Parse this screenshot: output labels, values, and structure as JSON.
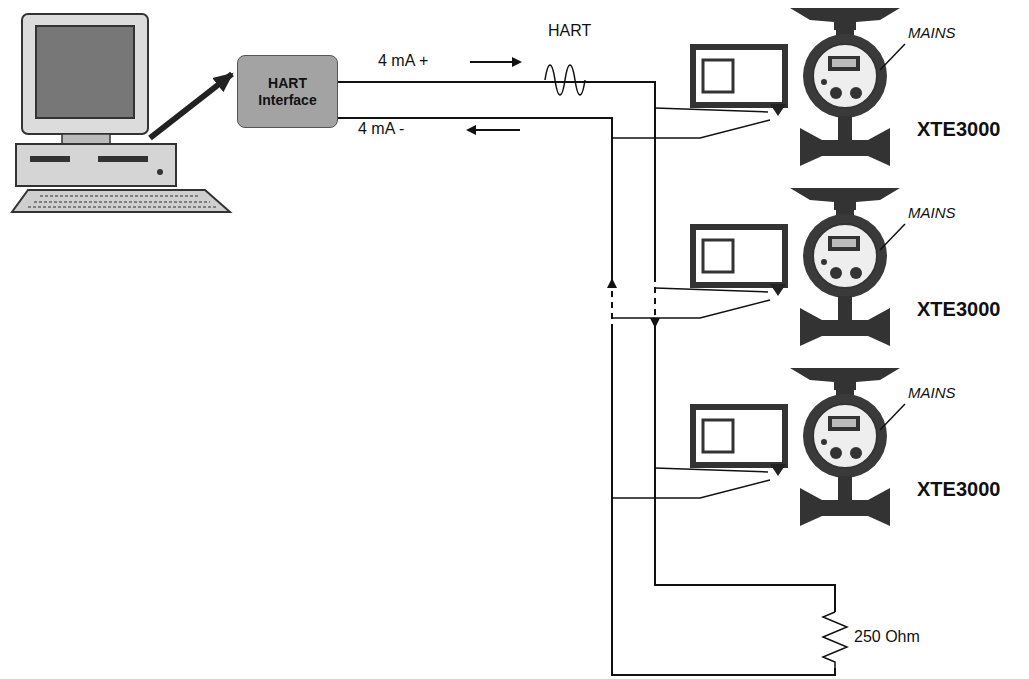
{
  "diagram": {
    "nodes": [
      {
        "text": [
          "HART Interface"
        ]
      }
    ],
    "labels": [
      "HART",
      "4 mA +",
      "4 mA -",
      "MAINS",
      "XTE3000",
      "MAINS",
      "XTE3000",
      "MAINS",
      "XTE3000",
      "250 Ohm"
    ]
  }
}
